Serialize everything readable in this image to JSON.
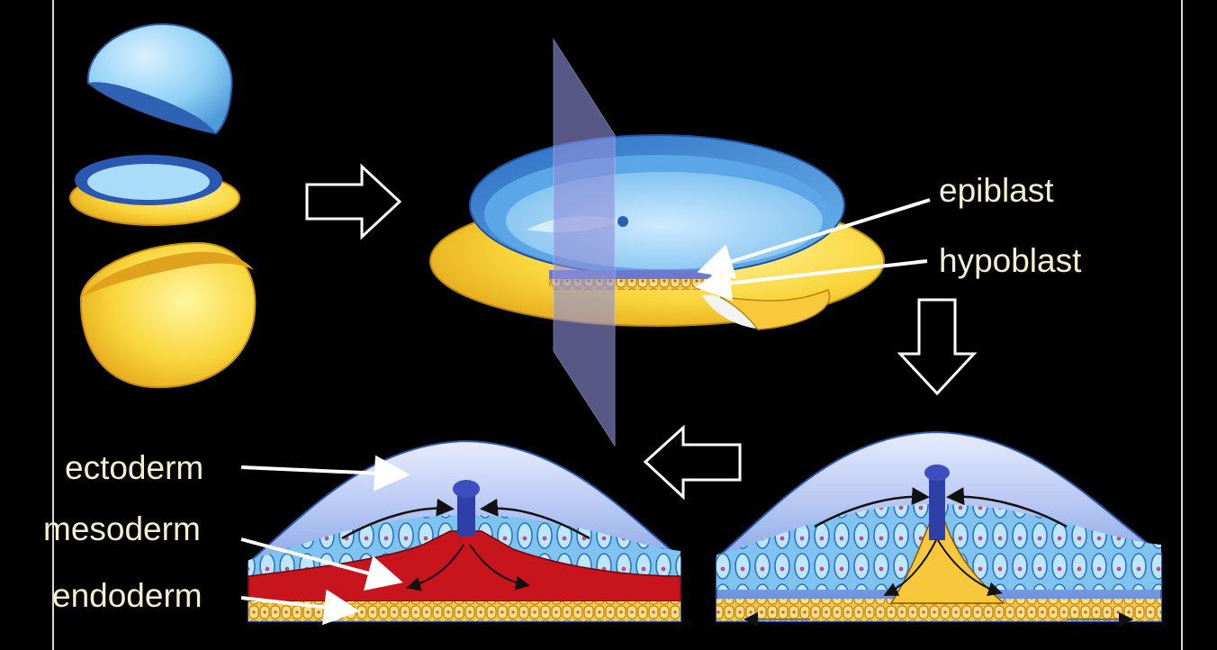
{
  "labels": {
    "epiblast": "epiblast",
    "hypoblast": "hypoblast",
    "ectoderm": "ectoderm",
    "mesoderm": "mesoderm",
    "endoderm": "endoderm"
  },
  "colors": {
    "background": "#000000",
    "blastula_blue": "#8ecff3",
    "yolk_yellow": "#f6d23a",
    "mesoderm_red": "#c8141c",
    "label_text": "#f4efcf",
    "section_plane": "#8f8fd8"
  }
}
